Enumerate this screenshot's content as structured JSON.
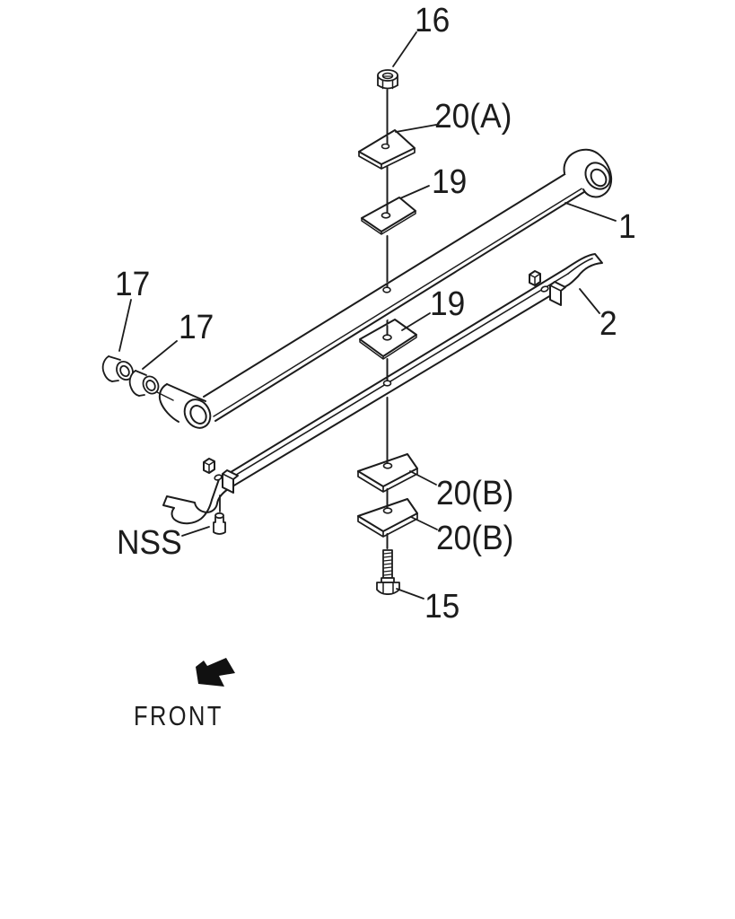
{
  "diagram": {
    "background": "#ffffff",
    "line_color": "#1c1c1c",
    "description": "exploded leaf spring assembly diagram",
    "labels": [
      {
        "id": "16",
        "text": "16"
      },
      {
        "id": "20A",
        "text": "20(A)"
      },
      {
        "id": "19-upper",
        "text": "19"
      },
      {
        "id": "1",
        "text": "1"
      },
      {
        "id": "17-outer",
        "text": "17"
      },
      {
        "id": "17-inner",
        "text": "17"
      },
      {
        "id": "19-lower",
        "text": "19"
      },
      {
        "id": "2",
        "text": "2"
      },
      {
        "id": "nss",
        "text": "NSS"
      },
      {
        "id": "20B-upper",
        "text": "20(B)"
      },
      {
        "id": "20B-lower",
        "text": "20(B)"
      },
      {
        "id": "15",
        "text": "15"
      },
      {
        "id": "front",
        "text": "FRONT"
      }
    ]
  }
}
